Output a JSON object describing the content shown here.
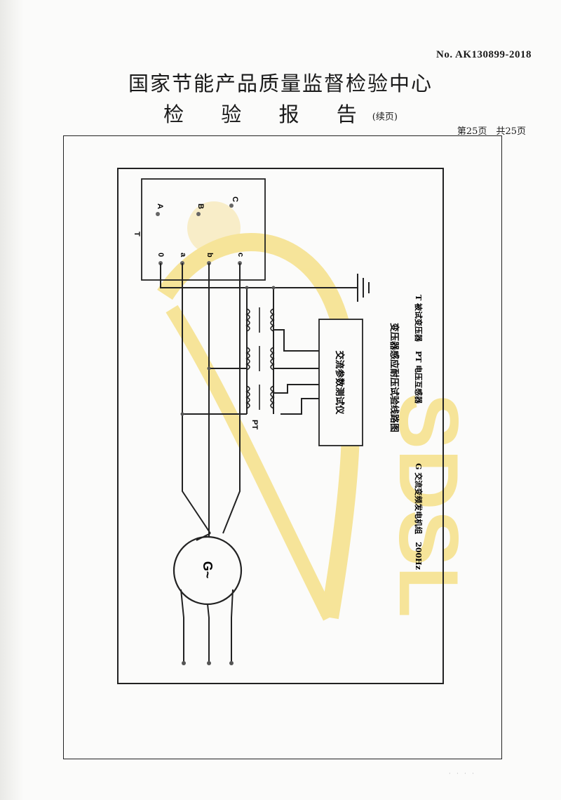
{
  "header": {
    "report_no": "No. AK130899-2018",
    "org_name": "国家节能产品质量监督检验中心",
    "report_title": "检 验 报 告",
    "continued": "(续页)",
    "page_info": "第25页　共25页"
  },
  "diagram": {
    "terminal_labels_upper": [
      "A",
      "B",
      "C"
    ],
    "terminal_labels_lower": [
      "0",
      "a",
      "b",
      "c"
    ],
    "transformer_label": "T",
    "pt_label": "PT",
    "generator_label": "G~",
    "instrument_label": "交流参数测试仪",
    "caption_title": "变压器感应耐压试验线路图",
    "legend_col1": "G 交流变频发电机组　200Hz",
    "legend_col2": "PT 电压互感器",
    "legend_col3": "T 被试变压器"
  },
  "watermark": {
    "text": "SDSL",
    "color": "#f2d24a"
  }
}
